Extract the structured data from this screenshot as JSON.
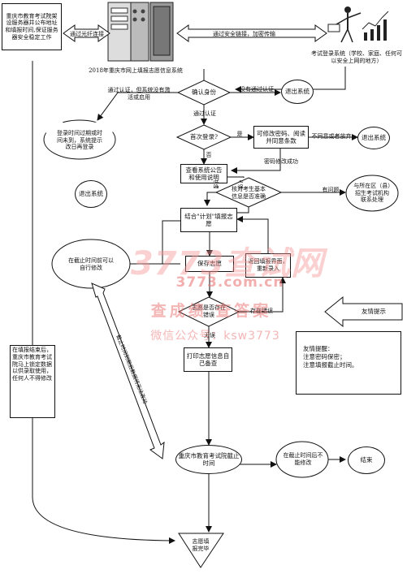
{
  "nodes": {
    "server_desc": "重庆市教育考试院架设服务器并公布地址和填报时间,保证服务器安全稳定工作",
    "server_caption": "2018年重庆市网上填报志愿信息系统",
    "login_desc": "考试登录系统（学校、家庭、任何可以安全上网的地方）",
    "confirm_identity": "确认身份",
    "not_activated_label": "通过认证，但系统没有激活或启用",
    "not_authenticated": "没有通过认证",
    "exit_system_1": "退出系统",
    "authenticated_label": "通过认证",
    "timeout_info": "登录时间过期或时间未到，系统提示改日再登录",
    "exit_system_2": "退出系统",
    "first_login": "首次登录?",
    "yes_label": "是",
    "no_label": "否",
    "change_password": "可修改密码、阅读并同意条款",
    "disagree_label": "不同意或者放弃",
    "exit_system_3": "退出系统",
    "password_success": "密码修改成功",
    "view_announcement": "查看系统公告和使用说明",
    "check_info": "核对考生基本信息是否准确",
    "accurate_label": "准确",
    "inaccurate_label": "无误",
    "has_problem": "有问题",
    "contact_office": "与所在区（县）招生考试机构联系处理",
    "fill_volunteer": "结合\"计划\"填报志愿",
    "before_deadline": "在截止时间前可以自行修改",
    "save_volunteer": "保存志愿",
    "return_modify": "返回填报界面，重新录入",
    "error_check": "志愿是否存在错误",
    "has_error": "存在错误",
    "no_error": "无误",
    "print_info": "打印志愿信息自己备查",
    "tip_arrow": "友情提示",
    "deadline_node": "重庆市教育考试院截止时间",
    "after_deadline": "在截止时间后不能修改",
    "end_node": "结束",
    "after_fill": "在填报结束后，重庆市教育考试院马上锁定数据以供录取使用，任何人不得修改",
    "complete": "志愿填报完毕",
    "diag_label": "截止时间到期后数据将无法改动"
  },
  "banner": {
    "left_arrow_label": "通过光纤连接",
    "right_arrow_label": "通过安全链接，加密传输"
  },
  "note": {
    "title": "友情提醒：",
    "line1": "注意密码保密；",
    "line2": "注意填报截止时间。"
  },
  "watermark": {
    "site": "3773查试网",
    "domain": "3773.com.cn",
    "line1": "查成绩 查答案",
    "line2": "微信公众号：ksw3773"
  }
}
